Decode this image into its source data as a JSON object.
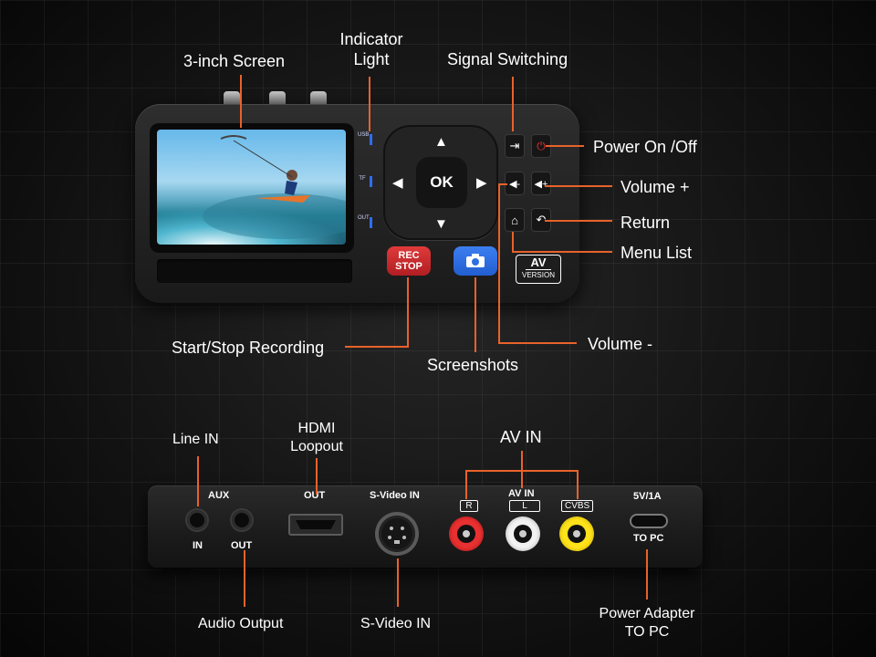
{
  "top_labels": {
    "screen": "3-inch Screen",
    "indicator_line1": "Indicator",
    "indicator_line2": "Light",
    "signal": "Signal Switching",
    "power": "Power On /Off",
    "volume_plus": "Volume +",
    "return": "Return",
    "menu": "Menu List",
    "volume_minus": "Volume -",
    "record": "Start/Stop Recording",
    "screenshots": "Screenshots"
  },
  "device_top": {
    "indicators": [
      "USB",
      "TF",
      "OUT"
    ],
    "ok_label": "OK",
    "rec_line1": "REC",
    "rec_line2": "STOP",
    "badge_big": "AV",
    "badge_small": "VERSION"
  },
  "bottom_labels": {
    "line_in": "Line IN",
    "hdmi_line1": "HDMI",
    "hdmi_line2": "Loopout",
    "av_in": "AV IN",
    "audio_output": "Audio Output",
    "svideo_in": "S-Video IN",
    "power_line1": "Power Adapter",
    "power_line2": "TO PC"
  },
  "device_bottom": {
    "aux": "AUX",
    "in": "IN",
    "out": "OUT",
    "hdmi_out": "OUT",
    "svideo": "S-Video IN",
    "av_in": "AV IN",
    "r": "R",
    "l": "L",
    "cvbs": "CVBS",
    "power_rating": "5V/1A",
    "to_pc": "TO PC"
  },
  "colors": {
    "callout": "#e8622a",
    "record": "#c8252b",
    "camera": "#2e6fe0",
    "led": "#2f6cff"
  }
}
